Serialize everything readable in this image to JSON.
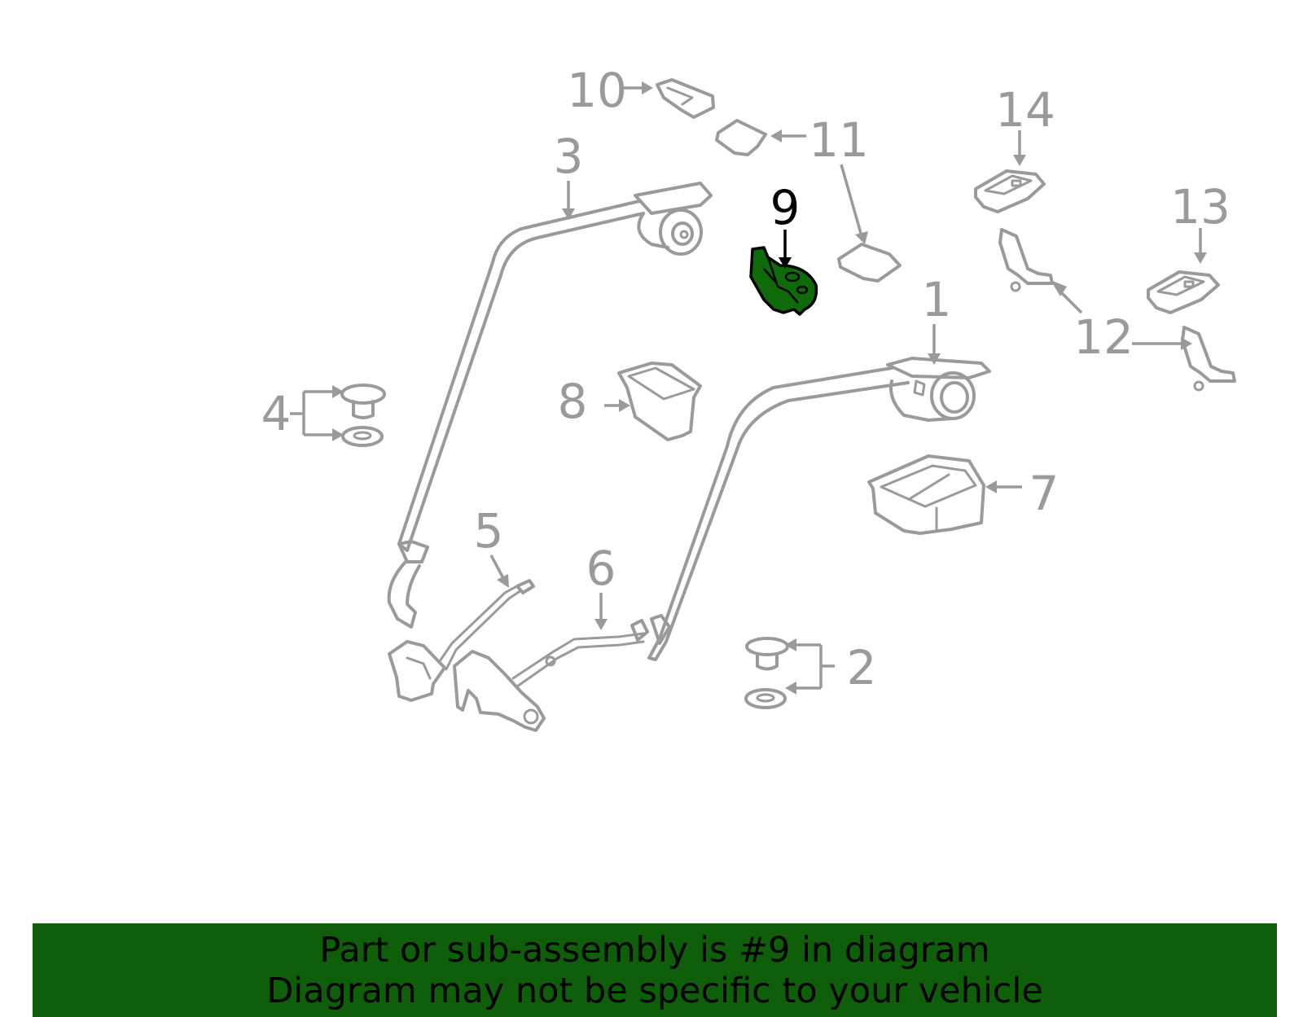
{
  "diagram": {
    "highlighted_part": "9",
    "highlight_color": "#0f6b0a",
    "line_color": "#9a9a9a",
    "callouts": {
      "c1": "1",
      "c2": "2",
      "c3": "3",
      "c4": "4",
      "c5": "5",
      "c6": "6",
      "c7": "7",
      "c8": "8",
      "c9": "9",
      "c10": "10",
      "c11": "11",
      "c12": "12",
      "c13": "13",
      "c14": "14"
    }
  },
  "banner": {
    "background": "#0f5f0a",
    "line1": "Part or sub-assembly is #9 in diagram",
    "line2": "Diagram may not be specific to your vehicle"
  }
}
